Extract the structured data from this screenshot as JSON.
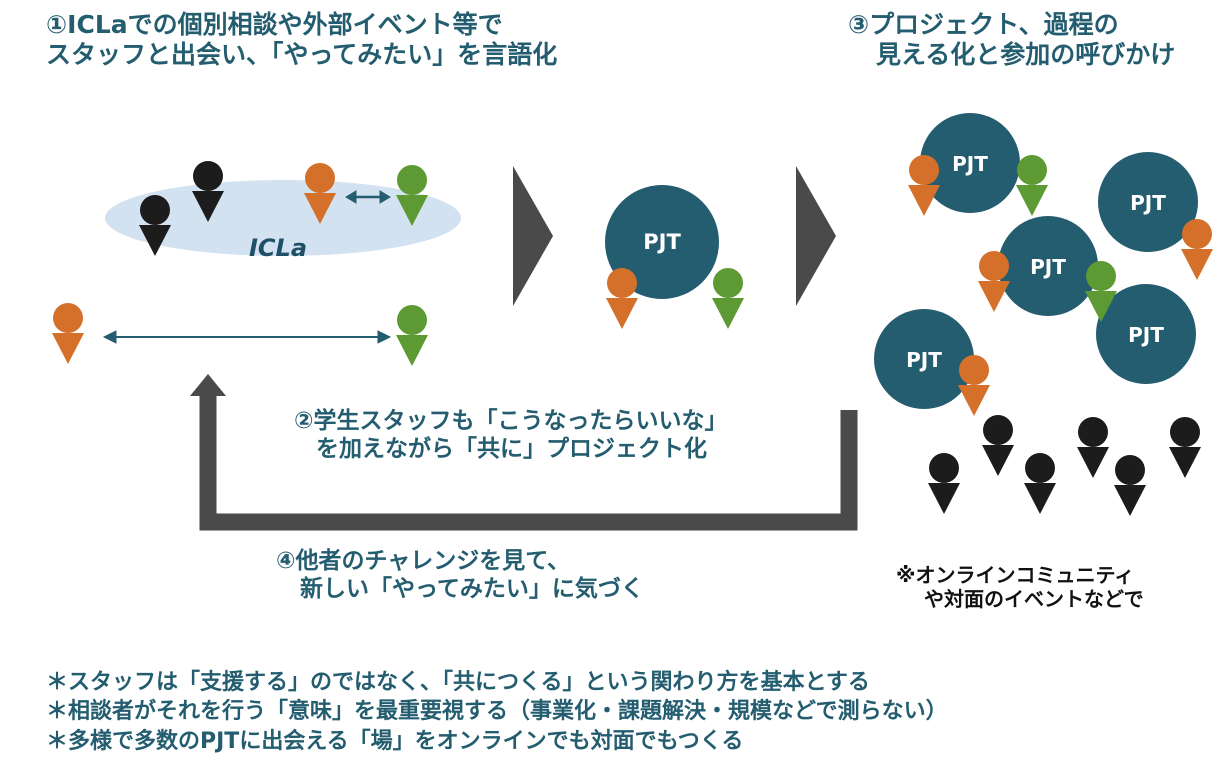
{
  "step1": {
    "line1": "①ICLaでの個別相談や外部イベント等で",
    "line2": "スタッフと出会い、「やってみたい」を言語化"
  },
  "step2": {
    "line1": "②学生スタッフも「こうなったらいいな」",
    "line2": "を加えながら「共に」プロジェクト化"
  },
  "step3": {
    "line1": "③プロジェクト、過程の",
    "line2": "見える化と参加の呼びかけ"
  },
  "step4": {
    "line1": "④他者のチャレンジを見て、",
    "line2": "新しい「やってみたい」に気づく"
  },
  "online_note": {
    "line1": "※オンラインコミュニティ",
    "line2": "や対面のイベントなどで"
  },
  "icla_label": "ICLa",
  "pjt_label": "PJT",
  "notes": [
    "＊スタッフは「支援する」のではなく、「共につくる」という関わり方を基本とする",
    "＊相談者がそれを行う「意味」を最重要視する（事業化・課題解決・規模などで測らない）",
    "＊多様で多数のPJTに出会える「場」をオンラインでも対面でもつくる"
  ],
  "colors": {
    "teal": "#245d6f",
    "orange": "#d4702a",
    "green": "#5d9a33",
    "black": "#1c1c1c",
    "gray": "#4a4a4a",
    "ellipse": "#d3e2f0",
    "icla_text": "#1f5068"
  }
}
